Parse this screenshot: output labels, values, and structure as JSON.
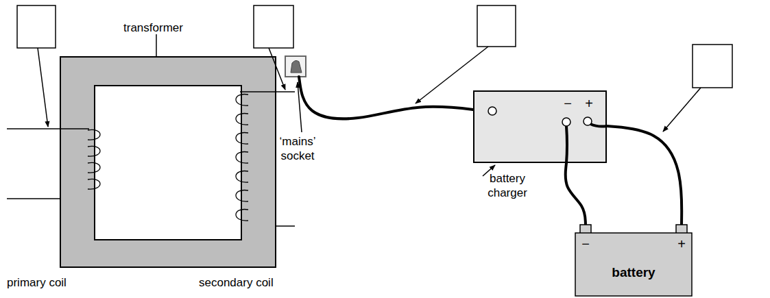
{
  "diagram": {
    "nodes": [
      {
        "text": [
          "−",
          "+"
        ]
      },
      {
        "text": [
          "−",
          "+",
          "battery"
        ]
      }
    ],
    "edges": [
      {
        "from": 0,
        "to": 1,
        "arrow": "none"
      },
      {
        "from": 0,
        "to": 1,
        "arrow": "none"
      }
    ],
    "labels": [
      "transformer",
      "primary coil",
      "secondary coil",
      "‘mains’ socket",
      "battery charger"
    ]
  }
}
